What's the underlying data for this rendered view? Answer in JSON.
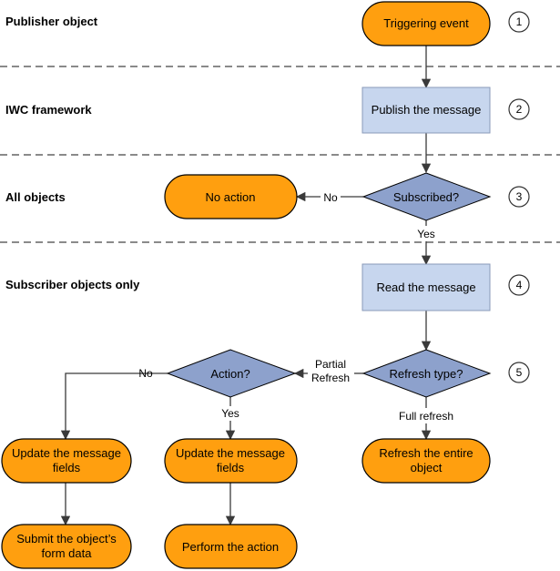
{
  "lanes": {
    "publisher": "Publisher object",
    "iwc": "IWC framework",
    "all": "All objects",
    "subscriber": "Subscriber objects only"
  },
  "nodes": {
    "triggering_event": "Triggering event",
    "publish_message": "Publish the message",
    "subscribed": "Subscribed?",
    "no_action": "No action",
    "read_message": "Read the message",
    "refresh_type": "Refresh type?",
    "action": "Action?",
    "update_fields_left_l1": "Update the message",
    "update_fields_left_l2": "fields",
    "update_fields_mid_l1": "Update the message",
    "update_fields_mid_l2": "fields",
    "refresh_entire_l1": "Refresh the entire",
    "refresh_entire_l2": "object",
    "submit_form_l1": "Submit the object’s",
    "submit_form_l2": "form data",
    "perform_action": "Perform the action"
  },
  "edge_labels": {
    "no_subscribed": "No",
    "yes_subscribed": "Yes",
    "partial_refresh_l1": "Partial",
    "partial_refresh_l2": "Refresh",
    "full_refresh": "Full refresh",
    "no_action_branch": "No",
    "yes_action_branch": "Yes"
  },
  "steps": [
    "1",
    "2",
    "3",
    "4",
    "5"
  ],
  "colors": {
    "terminal_fill": "#FF9F0F",
    "process_fill": "#C7D6EE",
    "decision_fill": "#8DA1CC"
  }
}
